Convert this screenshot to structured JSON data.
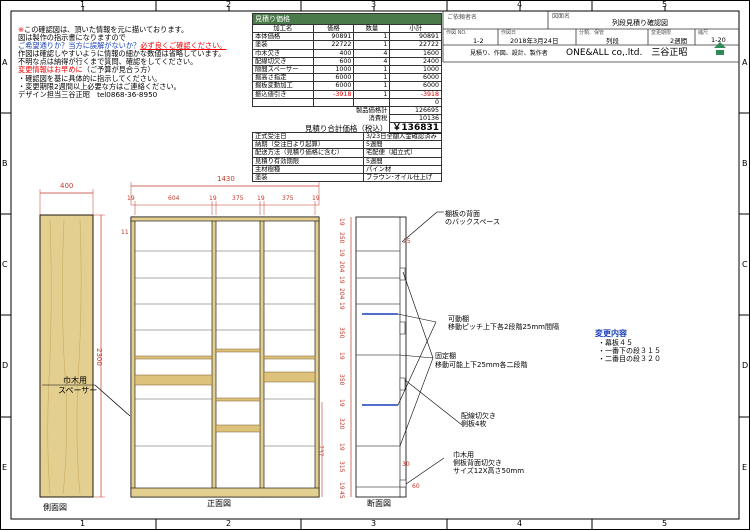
{
  "grid": {
    "cols": [
      "1",
      "2",
      "3",
      "4",
      "5"
    ],
    "rows": [
      "A",
      "B",
      "C",
      "D",
      "E"
    ]
  },
  "notes": {
    "line1_mark": "※",
    "line1": "この確認図は、頂いた情報を元に描いております。",
    "line2": "図は製作の指示書になりますので",
    "line3_blue": "ご希望通りか？当方に誤解がないか？",
    "line3_red": "必ず良くご確認ください。",
    "line4": "作図は確認しやすいように情報の細かな数値は省略しています。",
    "line5": "不明な点は納得が行くまで質問、確認をしてください。",
    "line6_red": "変更情報はお早めに",
    "line6": "（ご予算が見合う方）",
    "line7": "・確認図を基に具体的に指示してください。",
    "line8": "・変更期限2週間以上必要な方はご連絡ください。",
    "line9": "デザイン担当三谷正昭　tel0868-36-8950"
  },
  "estimate": {
    "title": "見積り価格",
    "headers": [
      "加工名",
      "価格",
      "数量",
      "小計"
    ],
    "rows": [
      {
        "name": "本体価格",
        "price": "90891",
        "qty": "1",
        "sub": "90891",
        "neg": false
      },
      {
        "name": "塗装",
        "price": "22722",
        "qty": "1",
        "sub": "22722",
        "neg": false
      },
      {
        "name": "巾木欠き",
        "price": "400",
        "qty": "4",
        "sub": "1600",
        "neg": false
      },
      {
        "name": "配線切欠き",
        "price": "600",
        "qty": "4",
        "sub": "2400",
        "neg": false
      },
      {
        "name": "隙間スペーサー",
        "price": "1000",
        "qty": "1",
        "sub": "1000",
        "neg": false
      },
      {
        "name": "掘高さ指定",
        "price": "6000",
        "qty": "1",
        "sub": "6000",
        "neg": false
      },
      {
        "name": "掘板変動加工",
        "price": "6000",
        "qty": "1",
        "sub": "6000",
        "neg": false
      },
      {
        "name": "振込値引き",
        "price": "-3918",
        "qty": "1",
        "sub": "-3918",
        "neg": true
      },
      {
        "name": "",
        "price": "",
        "qty": "",
        "sub": "0",
        "neg": false
      }
    ],
    "product_total_label": "製品価格計",
    "product_total": "126695",
    "tax_label": "消費税",
    "tax": "10136",
    "grand_label": "見積り合計価格（税込）",
    "grand": "￥136831"
  },
  "info": [
    {
      "k": "正式受注日",
      "v": "3/23日全額入金確認済み"
    },
    {
      "k": "納期（受注日より起算）",
      "v": "5週間"
    },
    {
      "k": "配送方法（見積り価格に含む）",
      "v": "宅配便（組立式）"
    },
    {
      "k": "見積り有効期限",
      "v": "5週間"
    },
    {
      "k": "主材樹種",
      "v": "パイン材"
    },
    {
      "k": "塗装",
      "v": "ブラウン･オイル仕上げ"
    }
  ],
  "titleblock": {
    "customer_label": "ご依頼者名",
    "drawing_name_label": "図面名",
    "drawing_name": "列段見積り確認図",
    "no_label": "作図 NO.",
    "no": "1-2",
    "date_label": "作図日",
    "date": "2018年3月24日",
    "cat_label": "分類、保管",
    "cat": "列段",
    "deadline_label": "変更期限",
    "deadline": "2週間",
    "scale_label": "縮尺",
    "scale": "1-20",
    "maker_label": "見積り、作図、設計、製作者",
    "maker": "ONE&ALL co,.ltd.　三谷正昭"
  },
  "dimensions": {
    "side_width": "400",
    "total_width": "1430",
    "w19a": "19",
    "w604": "604",
    "w19b": "19",
    "w375a": "375",
    "w19c": "19",
    "w375b": "375",
    "w19d": "19",
    "top11": "11",
    "height": "2300",
    "dim737": "737",
    "dim25": "25",
    "dim30": "30",
    "dim60": "60",
    "v19a": "19",
    "v250": "250",
    "v19b": "19",
    "v204a": "204",
    "v19c": "19",
    "v204b": "204",
    "v19d": "19",
    "v350a": "350",
    "v19e": "19",
    "v350b": "350",
    "v19f": "19",
    "v320": "320",
    "v19g": "19",
    "v315": "315",
    "v19h": "19",
    "v45": "45"
  },
  "labels": {
    "side_view": "側面図",
    "front_view": "正面図",
    "section_view": "断面図",
    "baseboard_spacer_1": "巾木用",
    "baseboard_spacer_2": "スペーサー",
    "back_space_1": "棚板の背面",
    "back_space_2": "のバックスペース",
    "movable_1": "可動棚",
    "movable_2": "移動ピッチ上下各2段階25mm間隔",
    "fixed_1": "固定棚",
    "fixed_2": "移動可能上下25mm各二段階",
    "wiring_1": "配線切欠き",
    "wiring_2": "側板4枚",
    "baseboard_1": "巾木用",
    "baseboard_2": "側板背面切欠き",
    "baseboard_3": "サイズ12X高さ50mm"
  },
  "changes": {
    "title": "変更内容",
    "items": [
      "・幕板４５",
      "・一番下の段３１５",
      "・二番目の段３２０"
    ]
  },
  "colors": {
    "wood": "#e3cf8f",
    "wood_shelf": "#dcc27a",
    "red": "#e00000",
    "blue": "#1a3fb5",
    "green_header": "#4a7a4a",
    "dim_red": "#c0392b"
  }
}
